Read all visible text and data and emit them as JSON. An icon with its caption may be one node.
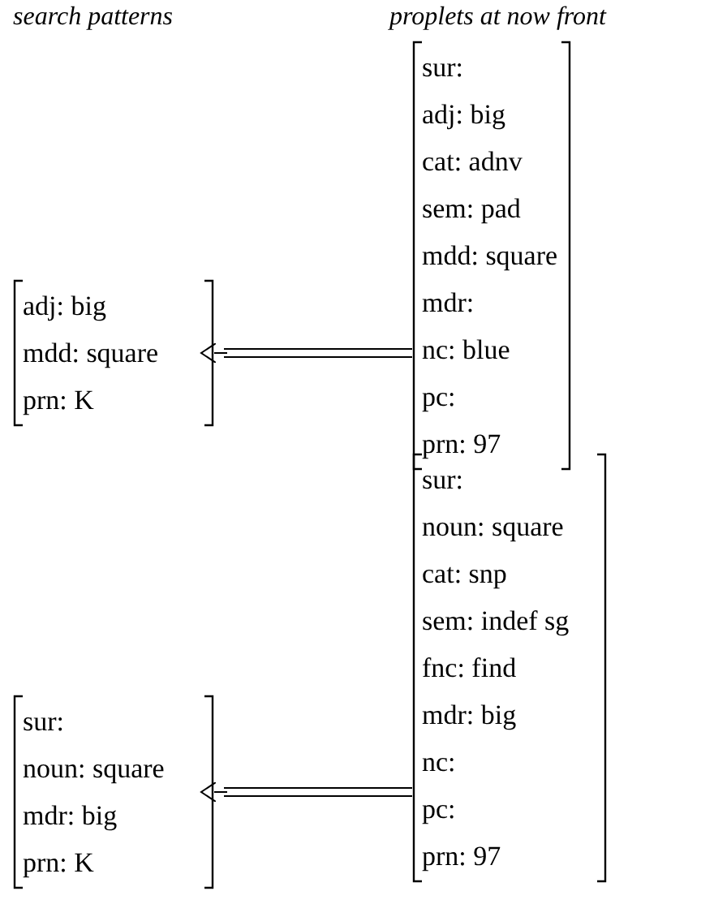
{
  "diagram": {
    "nodes": [
      {
        "text": [
          "adj: big",
          "mdd: square",
          "prn: K"
        ]
      },
      {
        "text": [
          "sur:",
          "adj: big",
          "cat: adnv",
          "sem: pad",
          "mdd: square",
          "mdr:",
          "nc: blue",
          "pc:",
          "prn: 97"
        ]
      },
      {
        "text": [
          "sur:",
          "noun: square",
          "mdr: big",
          "prn: K"
        ]
      },
      {
        "text": [
          "sur:",
          "noun: square",
          "cat: snp",
          "sem: indef sg",
          "fnc: find",
          "mdr: big",
          "nc:",
          "pc:",
          "prn: 97"
        ]
      }
    ],
    "edges": [
      {
        "from": 1,
        "to": 0,
        "arrow": "to"
      },
      {
        "from": 3,
        "to": 2,
        "arrow": "to"
      }
    ],
    "labels": [
      "search patterns",
      "proplets at now front"
    ]
  }
}
